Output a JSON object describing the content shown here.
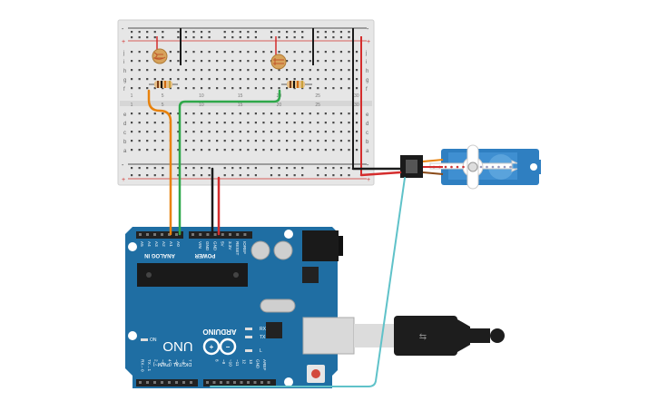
{
  "breadboard": {
    "top_rail_sign_left": "-",
    "top_rail_sign_left2": "+",
    "row_letters_top": [
      "j",
      "i",
      "h",
      "g",
      "f"
    ],
    "row_letters_bottom": [
      "e",
      "d",
      "c",
      "b",
      "a"
    ],
    "column_numbers": [
      "1",
      "5",
      "10",
      "15",
      "20",
      "25",
      "30"
    ],
    "rail_color_negative": "#222222",
    "rail_color_positive": "#d0312d"
  },
  "arduino": {
    "brand": "ARDUINO",
    "model": "UNO",
    "analog_label": "ANALOG IN",
    "power_label": "POWER",
    "digital_label": "DIGITAL (PWM~)",
    "analog_pins": [
      "A5",
      "A4",
      "A3",
      "A2",
      "A1",
      "A0"
    ],
    "power_pins": [
      "VIN",
      "GND",
      "GND",
      "5V",
      "3.3V",
      "RESET",
      "IOREF"
    ],
    "digital_pins_right": [
      "AREF",
      "GND",
      "13",
      "12",
      "~11",
      "~10",
      "~9",
      "8"
    ],
    "digital_pins_left": [
      "7",
      "~6",
      "~5",
      "4",
      "~3",
      "2",
      "TX→1",
      "RX←0"
    ],
    "led_labels": [
      "RX",
      "TX",
      "L",
      "ON"
    ],
    "board_color": "#1f6ea3"
  },
  "wires": {
    "orange": "#e8820c",
    "green": "#2fa84a",
    "black": "#1b1b1b",
    "red": "#d42d2d",
    "cyan": "#5fc2c9"
  }
}
